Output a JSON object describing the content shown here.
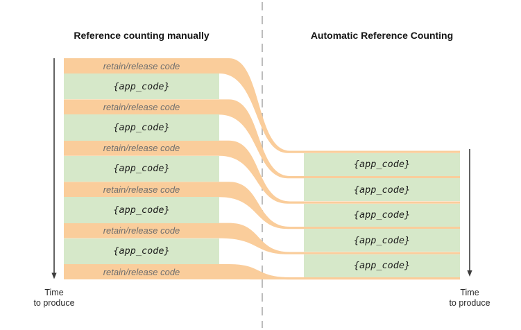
{
  "diagram": {
    "left": {
      "title": "Reference counting manually",
      "rows": [
        {
          "type": "retain_release",
          "label": "retain/release code"
        },
        {
          "type": "app_code",
          "label": "{app_code}"
        },
        {
          "type": "retain_release",
          "label": "retain/release code"
        },
        {
          "type": "app_code",
          "label": "{app_code}"
        },
        {
          "type": "retain_release",
          "label": "retain/release code"
        },
        {
          "type": "app_code",
          "label": "{app_code}"
        },
        {
          "type": "retain_release",
          "label": "retain/release code"
        },
        {
          "type": "app_code",
          "label": "{app_code}"
        },
        {
          "type": "retain_release",
          "label": "retain/release code"
        },
        {
          "type": "app_code",
          "label": "{app_code}"
        },
        {
          "type": "retain_release",
          "label": "retain/release code"
        }
      ],
      "axis_label": {
        "line1": "Time",
        "line2": "to produce"
      }
    },
    "right": {
      "title": "Automatic Reference Counting",
      "rows": [
        {
          "type": "app_code",
          "label": "{app_code}"
        },
        {
          "type": "app_code",
          "label": "{app_code}"
        },
        {
          "type": "app_code",
          "label": "{app_code}"
        },
        {
          "type": "app_code",
          "label": "{app_code}"
        },
        {
          "type": "app_code",
          "label": "{app_code}"
        }
      ],
      "axis_label": {
        "line1": "Time",
        "line2": "to produce"
      }
    }
  },
  "colors": {
    "flow-orange": "#FACD9B",
    "code-green": "#D6E8C9",
    "retain-text": "#6e6e6e",
    "code-text": "#1b1b1b",
    "axis": "#3c3c3c",
    "divider": "#ababab"
  }
}
